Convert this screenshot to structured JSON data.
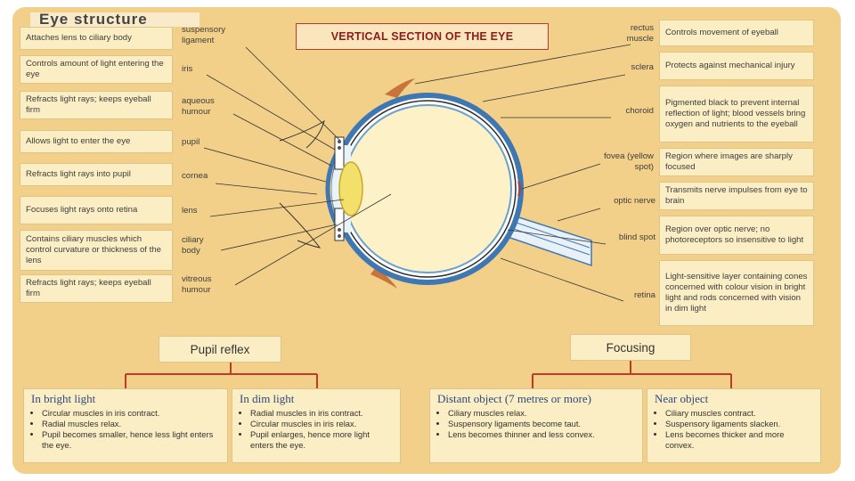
{
  "header": {
    "heading": "Eye structure",
    "diagram_title": "VERTICAL SECTION OF THE EYE"
  },
  "left_parts": [
    {
      "label": "suspensory ligament",
      "function": "Attaches lens to ciliary body"
    },
    {
      "label": "iris",
      "function": "Controls amount of light entering the eye"
    },
    {
      "label": "aqueous humour",
      "function": "Refracts light rays; keeps eyeball firm"
    },
    {
      "label": "pupil",
      "function": "Allows light to enter the eye"
    },
    {
      "label": "cornea",
      "function": "Refracts light rays into pupil"
    },
    {
      "label": "lens",
      "function": "Focuses light rays onto retina"
    },
    {
      "label": "ciliary body",
      "function": "Contains ciliary muscles which control curvature or thickness of the lens"
    },
    {
      "label": "vitreous humour",
      "function": "Refracts light rays; keeps eyeball firm"
    }
  ],
  "right_parts": [
    {
      "label": "rectus muscle",
      "function": "Controls movement of eyeball"
    },
    {
      "label": "sclera",
      "function": "Protects against mechanical injury"
    },
    {
      "label": "choroid",
      "function": "Pigmented black to prevent internal reflection of light; blood vessels bring oxygen and nutrients to the eyeball"
    },
    {
      "label": "fovea (yellow spot)",
      "function": "Region where images are sharply focused"
    },
    {
      "label": "optic nerve",
      "function": "Transmits nerve impulses from eye to brain"
    },
    {
      "label": "blind spot",
      "function": "Region over optic nerve; no photoreceptors so insensitive to light"
    },
    {
      "label": "retina",
      "function": "Light-sensitive layer containing cones concerned with colour vision in bright light and rods concerned with vision in dim light"
    }
  ],
  "pupil_reflex": {
    "title": "Pupil reflex",
    "cards": [
      {
        "heading": "In bright light",
        "items": [
          "Circular muscles in iris contract.",
          "Radial muscles relax.",
          "Pupil becomes smaller, hence less light enters the eye."
        ]
      },
      {
        "heading": "In dim light",
        "items": [
          "Radial muscles in iris contract.",
          "Circular muscles in iris relax.",
          "Pupil enlarges, hence more light enters the eye."
        ]
      }
    ]
  },
  "focusing": {
    "title": "Focusing",
    "cards": [
      {
        "heading": "Distant object (7 metres or more)",
        "items": [
          "Ciliary muscles relax.",
          "Suspensory ligaments become taut.",
          "Lens becomes thinner and less convex."
        ]
      },
      {
        "heading": "Near object",
        "items": [
          "Ciliary muscles contract.",
          "Suspensory ligaments slacken.",
          "Lens becomes thicker and more convex."
        ]
      }
    ]
  },
  "colors": {
    "background": "#f2d08a",
    "box_fill": "#fbeec4",
    "title_border": "#c0392b",
    "sclera_blue": "#3f77b3",
    "connector_red": "#c0392b"
  }
}
